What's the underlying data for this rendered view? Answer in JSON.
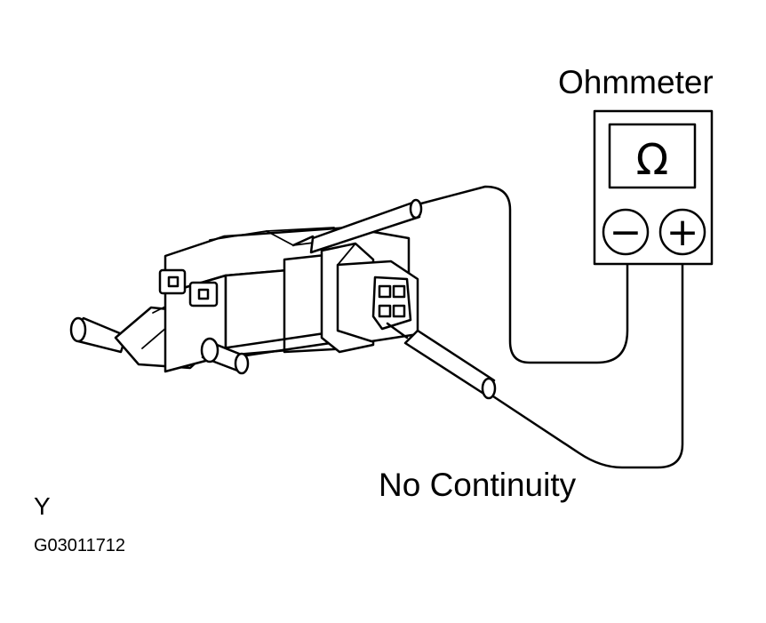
{
  "labels": {
    "meter_title": "Ohmmeter",
    "meter_symbol": "Ω",
    "minus_terminal": "−",
    "plus_terminal": "+",
    "result": "No Continuity",
    "side_letter": "Y",
    "figure_code": "G03011712"
  }
}
